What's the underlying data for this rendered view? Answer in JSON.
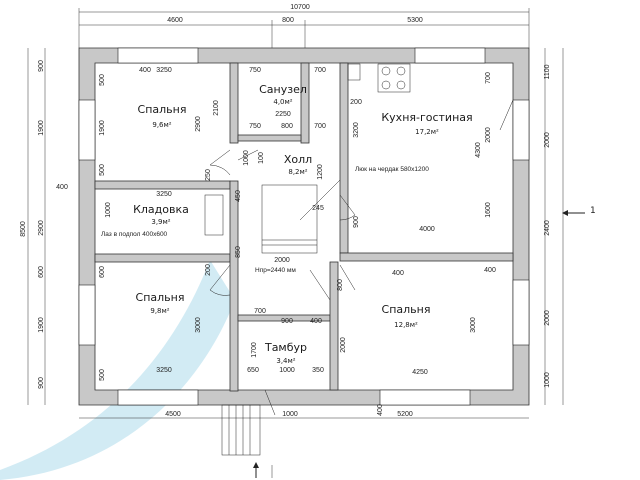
{
  "rooms": {
    "bedroom_nw": {
      "name": "Спальня",
      "area": "9,6м²"
    },
    "bathroom": {
      "name": "Санузел",
      "area": "4,0м²"
    },
    "kitchen": {
      "name": "Кухня-гостиная",
      "area": "17,2м²"
    },
    "hall": {
      "name": "Холл",
      "area": "8,2м²"
    },
    "storage": {
      "name": "Кладовка",
      "area": "3,9м²"
    },
    "bedroom_sw": {
      "name": "Спальня",
      "area": "9,8м²"
    },
    "bedroom_se": {
      "name": "Спальня",
      "area": "12,8м²"
    },
    "vestibule": {
      "name": "Тамбур",
      "area": "3,4м²"
    }
  },
  "notes": {
    "attic_hatch": "Люк на чердак 580х1200",
    "floor_hatch": "Лаз в подпол 400х600",
    "stair": "Нпр=2440 мм",
    "section_mark": "1"
  },
  "dims": {
    "top_total": "10700",
    "top_a": "4600",
    "top_b": "800",
    "top_c": "5300",
    "bot_a": "4500",
    "bot_b": "1000",
    "bot_c": "5200",
    "left_total": "8500",
    "left_a": "900",
    "left_b": "1900",
    "left_c": "400",
    "left_d": "2900",
    "left_e": "600",
    "left_f": "1900",
    "left_g": "900",
    "right_a": "1100",
    "right_b": "2000",
    "right_c": "2400",
    "right_d": "2000",
    "right_e": "1000",
    "in_3250a": "3250",
    "in_3250b": "3250",
    "in_3250c": "3250",
    "in_750a": "750",
    "in_700a": "700",
    "in_2250": "2250",
    "in_750b": "750",
    "in_800a": "800",
    "in_700b": "700",
    "in_400a": "400",
    "in_2900": "2900",
    "in_2100": "2100",
    "in_1900": "1900",
    "in_500a": "500",
    "in_500b": "500",
    "in_500c": "500",
    "in_4000": "4000",
    "in_4300": "4300",
    "in_700c": "700",
    "in_2000a": "2000",
    "in_1600": "1600",
    "in_3200": "3200",
    "in_200a": "200",
    "in_1200": "1200",
    "in_900a": "900",
    "in_245": "245",
    "in_2000b": "2000",
    "in_850": "850",
    "in_450": "450",
    "in_1000a": "1000",
    "in_100": "100",
    "in_4250": "4250",
    "in_3000a": "3000",
    "in_3000b": "3000",
    "in_2000c": "2000",
    "in_400b": "400",
    "in_400c": "400",
    "in_700d": "700",
    "in_900b": "900",
    "in_400d": "400",
    "in_1700": "1700",
    "in_650": "650",
    "in_1000b": "1000",
    "in_350": "350",
    "in_1000c": "1000",
    "in_200b": "200",
    "in_250": "250",
    "in_600": "600",
    "in_800b": "800",
    "in_400e": "400"
  },
  "colors": {
    "wall": "#c8c8c8",
    "line": "#222222",
    "accent": "#bfe2ef"
  }
}
